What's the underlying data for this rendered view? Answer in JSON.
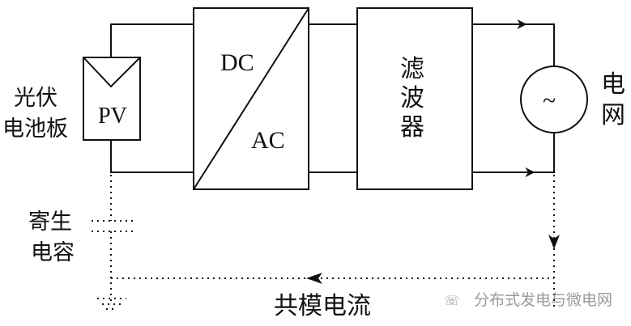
{
  "diagram": {
    "pv_label": [
      "光伏",
      "电池板"
    ],
    "pv_box_text": "PV",
    "inverter": {
      "top": "DC",
      "bottom": "AC"
    },
    "filter_label": [
      "滤",
      "波",
      "器"
    ],
    "grid_symbol": "~",
    "grid_label": [
      "电",
      "网"
    ],
    "parasitic_cap_label": [
      "寄生",
      "电容"
    ],
    "common_mode_label": "共模电流",
    "watermark": "分布式发电与微电网"
  },
  "colors": {
    "line": "#111111",
    "watermark": "#9a9a9a"
  }
}
